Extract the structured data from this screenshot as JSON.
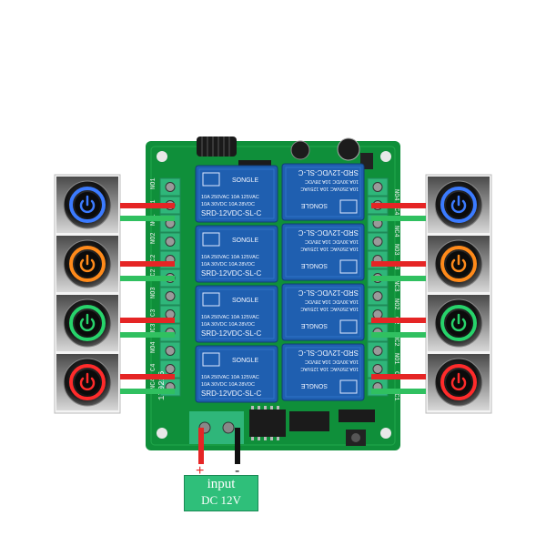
{
  "relay_label": {
    "brand": "SONGLE",
    "rating_line1": "10A 250VAC  10A 125VAC",
    "rating_line2": "10A  30VDC  10A  28VDC",
    "model": "SRD-12VDC-SL-C"
  },
  "pcb_marks": {
    "left_terminals": [
      "NO1",
      "C1",
      "NC1",
      "NO2",
      "C2",
      "NC2",
      "NO3",
      "C3",
      "NC3",
      "NO4",
      "C4",
      "NC4"
    ],
    "right_terminals": [
      "NO4",
      "C4",
      "NC4",
      "NO3",
      "C3",
      "NC3",
      "NO2",
      "C2",
      "NC2",
      "NO1",
      "C1",
      "NC1"
    ],
    "board_code": "170216"
  },
  "power_input": {
    "plus": "+",
    "minus": "-",
    "line1": "input",
    "line2": "DC 12V"
  },
  "colors": {
    "pcb": "#0f8f3a",
    "relay": "#1f5fb0",
    "wire_red": "#e52525",
    "wire_green": "#30c060",
    "lamp_rings": [
      "#3b7bff",
      "#ff8a1a",
      "#27d36b",
      "#ff2b2b"
    ]
  },
  "lamps": [
    {
      "icon": "power-icon",
      "color": "blue"
    },
    {
      "icon": "power-icon",
      "color": "orange"
    },
    {
      "icon": "power-icon",
      "color": "green"
    },
    {
      "icon": "power-icon",
      "color": "red"
    }
  ]
}
